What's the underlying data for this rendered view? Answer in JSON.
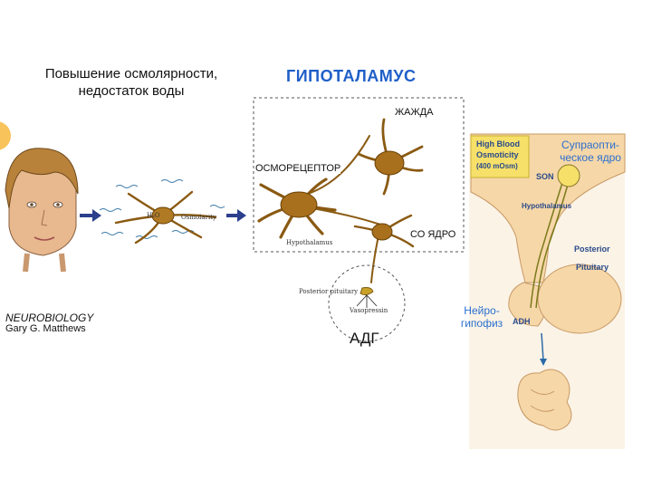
{
  "left_caption": "Повышение осмолярности, недостаток воды",
  "hypothalamus_title": "ГИПОТАЛАМУС",
  "labels": {
    "thirst": "ЖАЖДА",
    "osmoreceptor": "ОСМОРЕЦЕПТОР",
    "so_nucleus": "СО ЯДРО",
    "supraoptic": "Супраопти-ческое ядро",
    "neurohypophysis": "Нейро-гипофиз",
    "adg": "АДГ"
  },
  "book": {
    "title": "NEUROBIOLOGY",
    "author": "Gary G. Matthews"
  },
  "figure_text": {
    "h2o": "H₂O",
    "osmolarity": "Osmolarity",
    "hypothalamus": "Hypothalamus",
    "posterior_pituitary": "Posterior pituitary",
    "vasopressin": "Vasopressin",
    "high_blood": "High Blood",
    "osmoticity": "Osmoticity",
    "osm_value": "(400 mOsm)",
    "son": "SON",
    "hypothalamus_right": "Hypothalamus",
    "posterior_pituitary_right": "Posterior Pituitary",
    "adh": "ADH"
  },
  "colors": {
    "title_blue": "#1f5fc8",
    "label_blue": "#2a6fcf",
    "neuron": "#8a5a12",
    "arrow": "#2b3f8c",
    "tissue": "#f6d7a8"
  }
}
